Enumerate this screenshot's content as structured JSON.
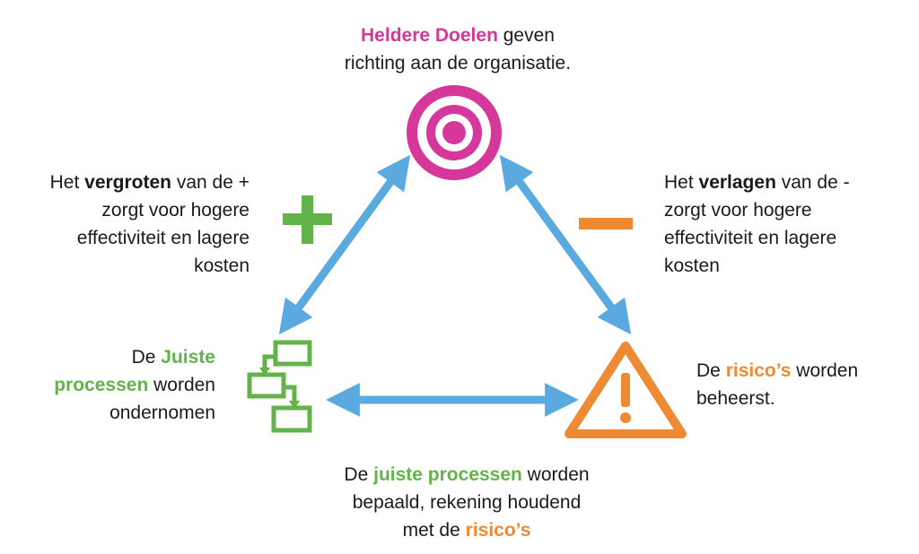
{
  "top": {
    "highlight": "Heldere Doelen",
    "line1_rest": " geven",
    "line2": "richting aan de organisatie."
  },
  "left": {
    "line1_pre": "Het ",
    "line1_bold": "vergroten",
    "line1_post": " van de +",
    "line2": "zorgt voor hogere",
    "line3": "effectiviteit en lagere",
    "line4": "kosten"
  },
  "right": {
    "line1_pre": "Het ",
    "line1_bold": "verlagen",
    "line1_post": " van de -",
    "line2": "zorgt voor hogere",
    "line3": "effectiviteit en lagere",
    "line4": "kosten"
  },
  "processes": {
    "line1_pre": "De ",
    "line1_highlight": "Juiste",
    "line2_highlight": "processen",
    "line2_post": " worden",
    "line3": "ondernomen"
  },
  "risks": {
    "line1_pre": "De ",
    "line1_highlight": "risico’s",
    "line1_post": " worden",
    "line2": "beheerst."
  },
  "bottom": {
    "line1_pre": "De ",
    "line1_highlight": "juiste processen",
    "line1_post": " worden",
    "line2": "bepaald, rekening houdend",
    "line3_pre": "met de ",
    "line3_highlight": "risico’s"
  },
  "icons": {
    "target": "target-icon",
    "plus": "plus-icon",
    "minus": "minus-icon",
    "process": "process-flow-icon",
    "warning": "warning-icon"
  },
  "colors": {
    "pink": "#d6379a",
    "green": "#62b34a",
    "orange": "#ef8a34",
    "arrow_blue": "#5aaae0"
  }
}
